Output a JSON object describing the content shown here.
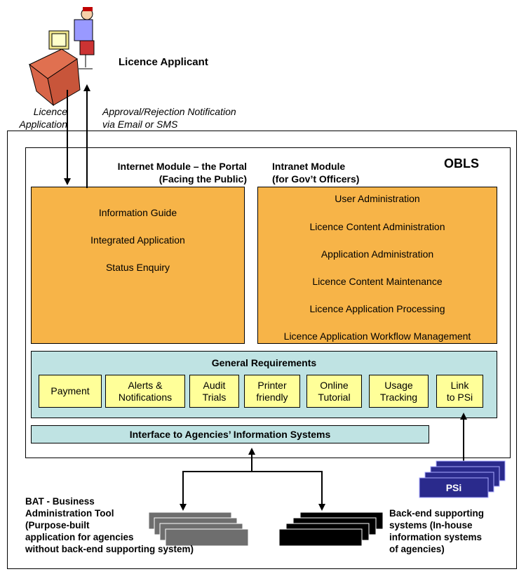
{
  "applicant": {
    "label": "Licence Applicant"
  },
  "arrows": {
    "application_line1": "Licence",
    "application_line2": "Application",
    "notification_line1": "Approval/Rejection Notification",
    "notification_line2": "via Email or SMS"
  },
  "system": {
    "title": "OBLS"
  },
  "internet_module": {
    "title_line1": "Internet Module – the Portal",
    "title_line2": "(Facing the Public)",
    "items": [
      "Information Guide",
      "Integrated Application",
      "Status Enquiry"
    ]
  },
  "intranet_module": {
    "title_line1": "Intranet Module",
    "title_line2": "(for Gov’t Officers)",
    "items": [
      "User Administration",
      "Licence Content Administration",
      "Application Administration",
      "Licence Content Maintenance",
      "Licence Application Processing",
      "Licence Application Workflow Management"
    ]
  },
  "general_requirements": {
    "title": "General Requirements",
    "items": [
      {
        "line1": "Payment",
        "line2": ""
      },
      {
        "line1": "Alerts &",
        "line2": "Notifications"
      },
      {
        "line1": "Audit",
        "line2": "Trials"
      },
      {
        "line1": "Printer",
        "line2": "friendly"
      },
      {
        "line1": "Online",
        "line2": "Tutorial"
      },
      {
        "line1": "Usage",
        "line2": "Tracking"
      },
      {
        "line1": "Link",
        "line2": "to PSi"
      }
    ]
  },
  "interface": {
    "label": "Interface to Agencies’ Information Systems"
  },
  "psi": {
    "label": "PSi"
  },
  "bat": {
    "lines": [
      "BAT - Business",
      "Administration Tool",
      "(Purpose-built",
      "application for agencies",
      "without back-end supporting system)"
    ]
  },
  "backend": {
    "lines": [
      "Back-end supporting",
      "systems (In-house",
      "information systems",
      "of agencies)"
    ]
  },
  "colors": {
    "module_fill": "#f7b448",
    "requirements_fill": "#bfe3e3",
    "requirement_item_fill": "#ffff99",
    "psi_fill": "#2a2a8c",
    "bat_fill": "#6e6e6e",
    "backend_fill": "#000000"
  }
}
